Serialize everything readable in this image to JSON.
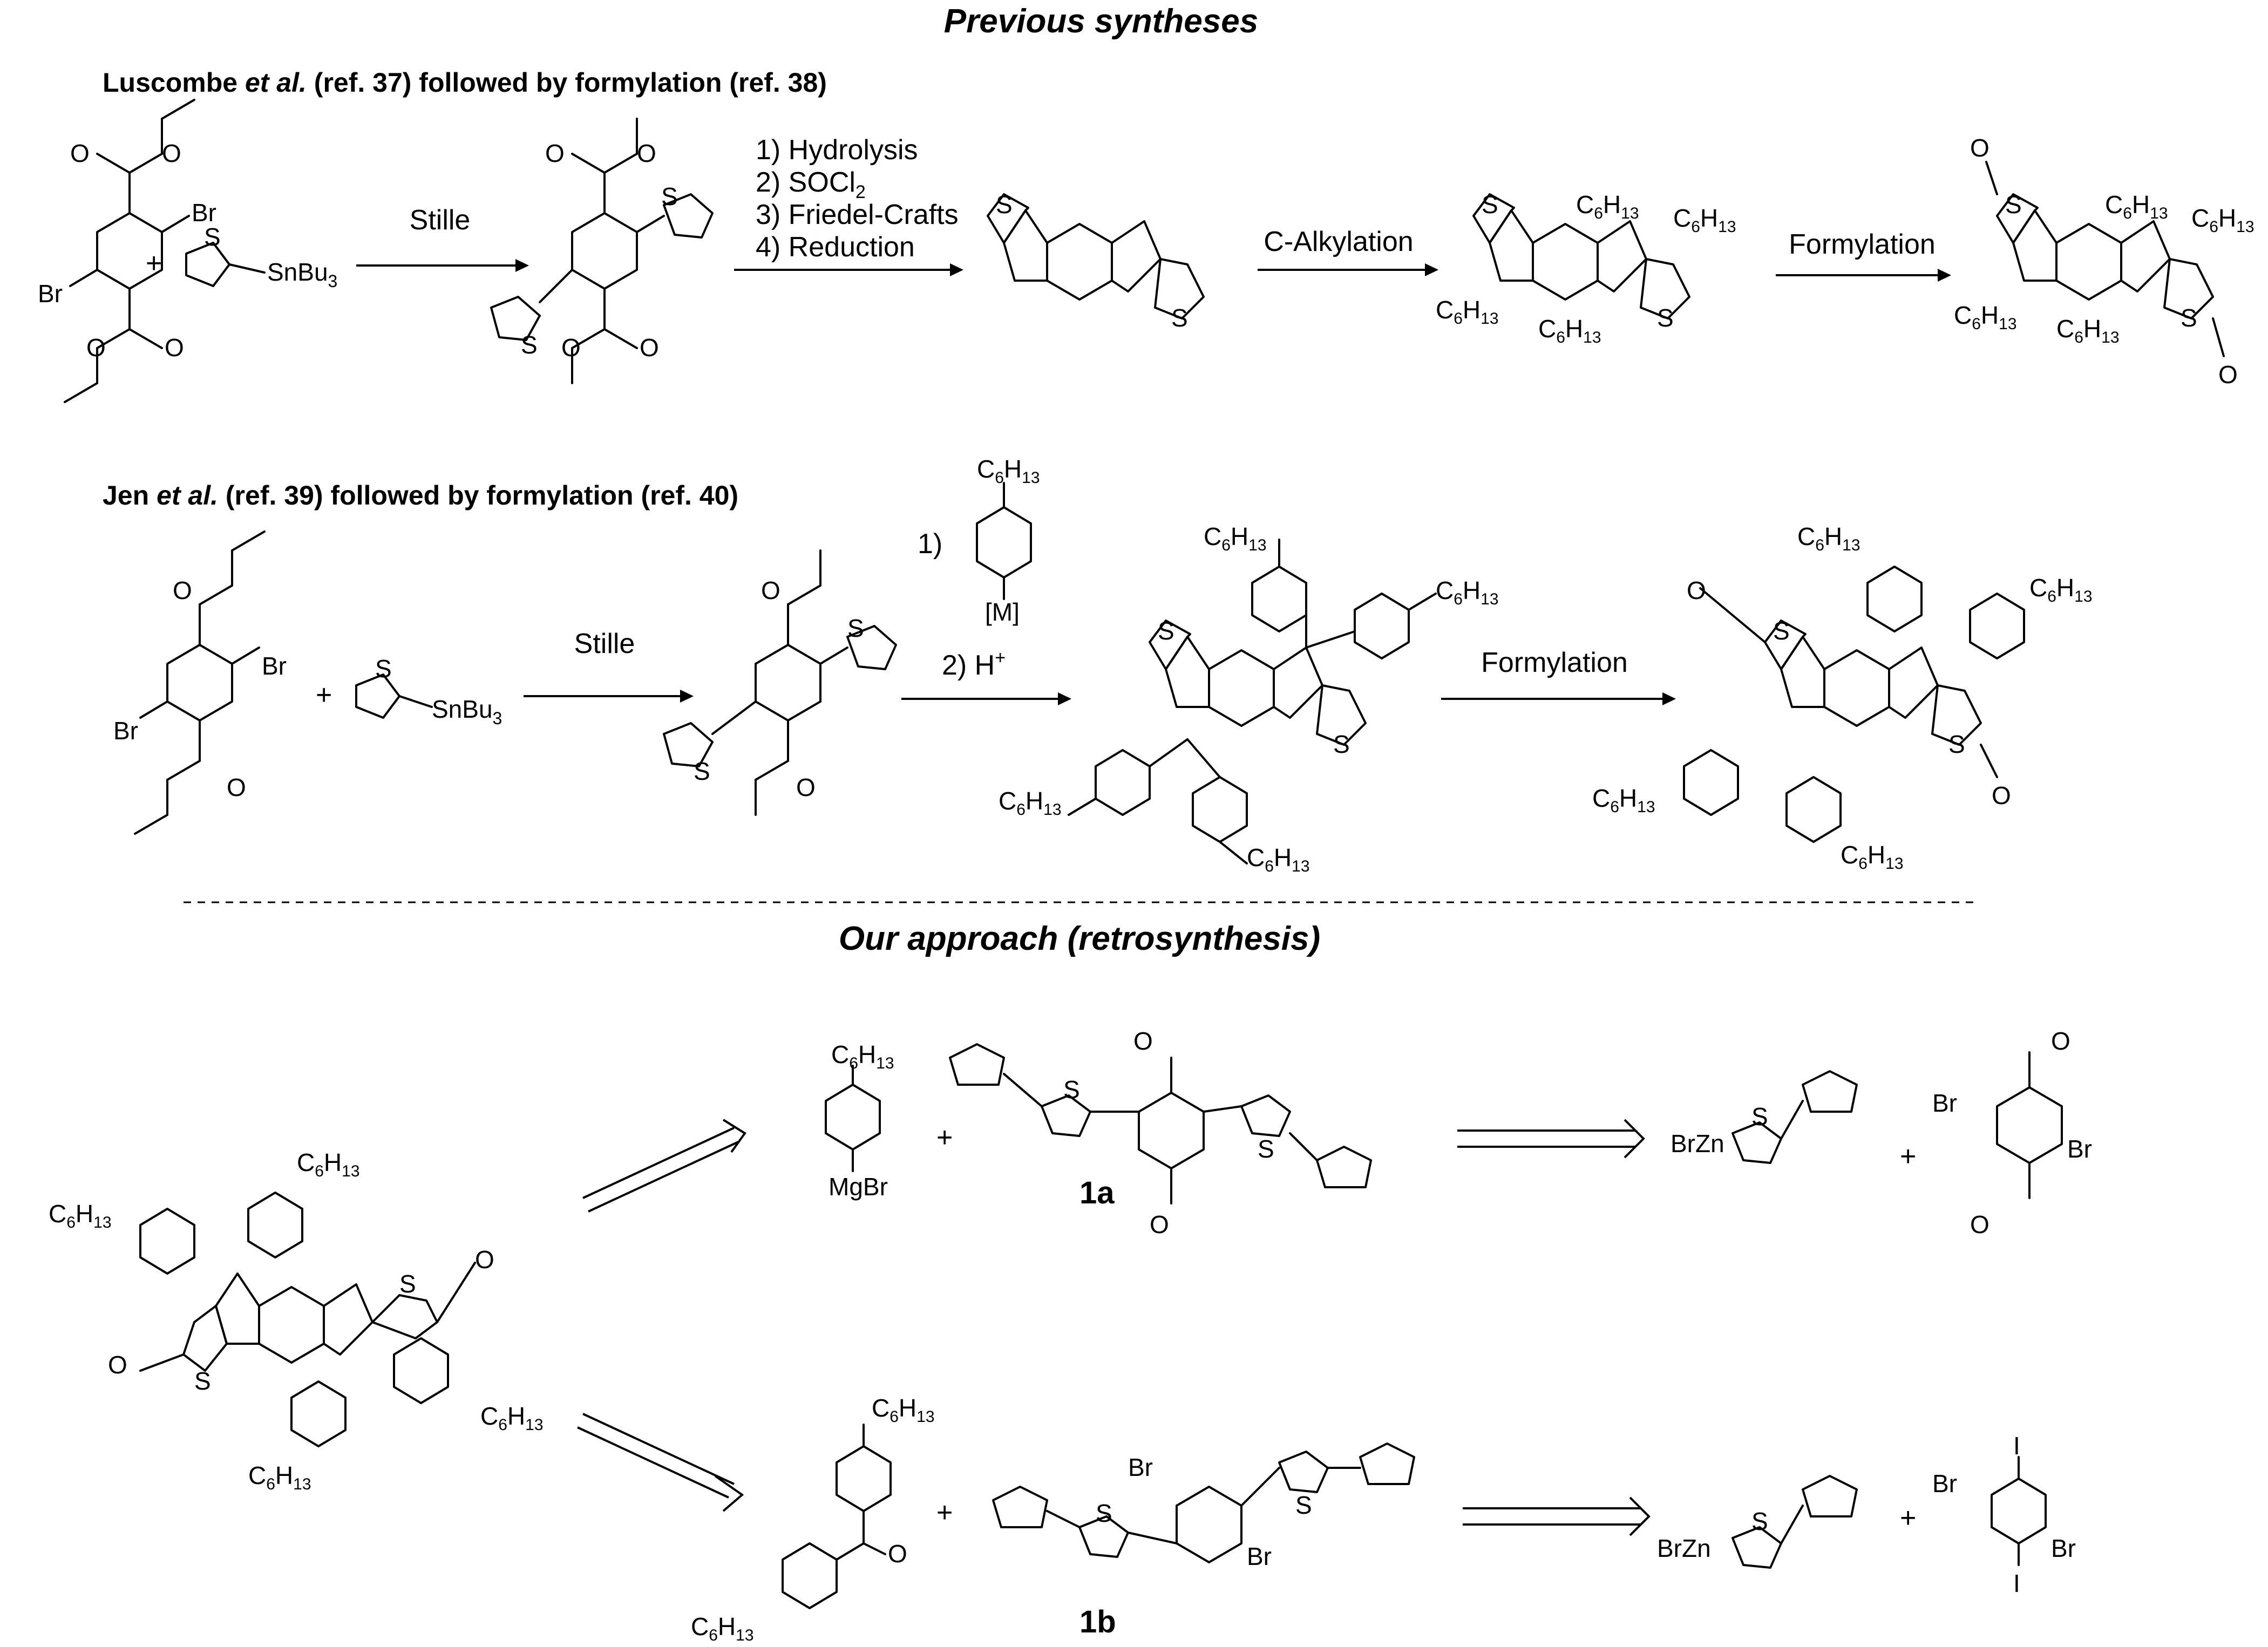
{
  "headers": {
    "previous": "Previous syntheses",
    "ours": "Our approach (retrosynthesis)"
  },
  "route1": {
    "title_a": "Luscombe ",
    "title_b": "et al.",
    "title_c": " (ref. 37) followed by formylation (ref. 38)",
    "step1": "Stille",
    "step2_lines": [
      "1) Hydrolysis",
      "2) SOCl",
      "3) Friedel-Crafts",
      "4) Reduction"
    ],
    "step2_sub": "2",
    "step3": "C-Alkylation",
    "step4": "Formylation",
    "plus": "+",
    "reagent": "SnBu",
    "reagent_sub": "3"
  },
  "route2": {
    "title_a": "Jen ",
    "title_b": "et al.",
    "title_c": " (ref. 39) followed by formylation (ref. 40)",
    "step1": "Stille",
    "step2a": "1)",
    "step2b": "2) H",
    "step2b_sup": "+",
    "metal": "[M]",
    "step3": "Formylation",
    "plus": "+",
    "reagent": "SnBu",
    "reagent_sub": "3"
  },
  "retro": {
    "cpd_1a": "1a",
    "cpd_1b": "1b",
    "grignard": "MgBr",
    "zinc": "BrZn",
    "plus": "+"
  },
  "atoms": {
    "S": "S",
    "Br": "Br",
    "I": "I",
    "O": "O",
    "hexyl_C": "C",
    "hexyl_6": "6",
    "hexyl_H": "H",
    "hexyl_13": "13"
  }
}
